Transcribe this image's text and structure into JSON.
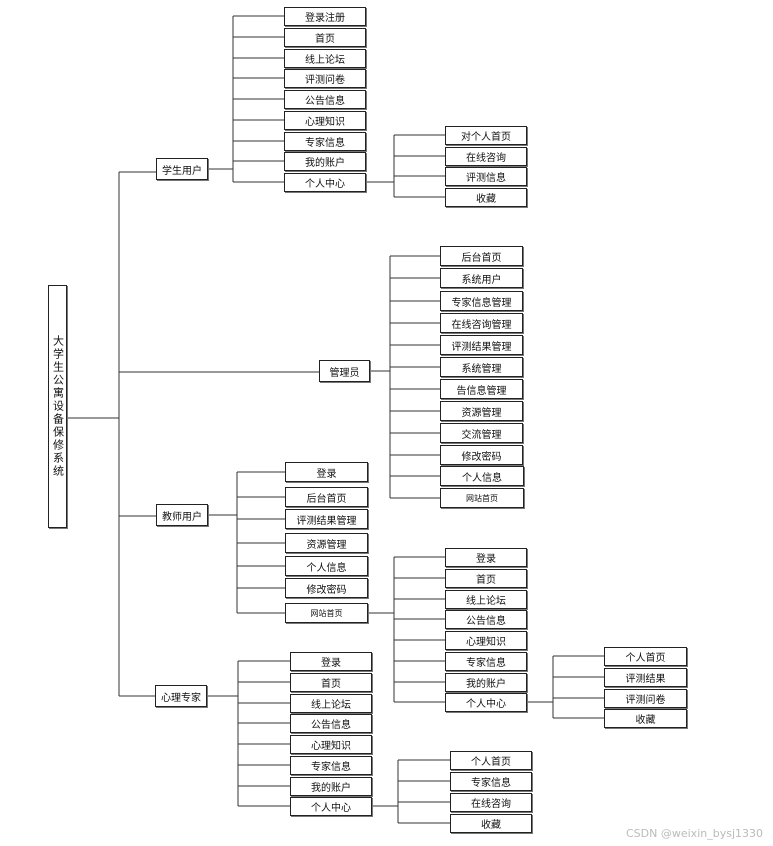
{
  "root": {
    "label": "大学生公寓设备保修系统"
  },
  "student": {
    "label": "学生用户",
    "items": [
      "登录注册",
      "首页",
      "线上论坛",
      "评测问卷",
      "公告信息",
      "心理知识",
      "专家信息",
      "我的账户",
      "个人中心"
    ],
    "center_items": [
      "对个人首页",
      "在线咨询",
      "评测信息",
      "收藏"
    ]
  },
  "admin": {
    "label": "管理员",
    "items": [
      "后台首页",
      "系统用户",
      "专家信息管理",
      "在线咨询管理",
      "评测结果管理",
      "系统管理",
      "告信息管理",
      "资源管理",
      "交流管理",
      "修改密码",
      "个人信息",
      "网站首页"
    ]
  },
  "teacher": {
    "label": "教师用户",
    "items": [
      "登录",
      "后台首页",
      "评测结果管理",
      "资源管理",
      "个人信息",
      "修改密码",
      "网站首页"
    ],
    "site_items": [
      "登录",
      "首页",
      "线上论坛",
      "公告信息",
      "心理知识",
      "专家信息",
      "我的账户",
      "个人中心"
    ],
    "center_items": [
      "个人首页",
      "评测结果",
      "评测问卷",
      "收藏"
    ]
  },
  "expert": {
    "label": "心理专家",
    "items": [
      "登录",
      "首页",
      "线上论坛",
      "公告信息",
      "心理知识",
      "专家信息",
      "我的账户",
      "个人中心"
    ],
    "center_items": [
      "个人首页",
      "专家信息",
      "在线咨询",
      "收藏"
    ]
  },
  "watermark": "CSDN @weixin_bysj1330"
}
